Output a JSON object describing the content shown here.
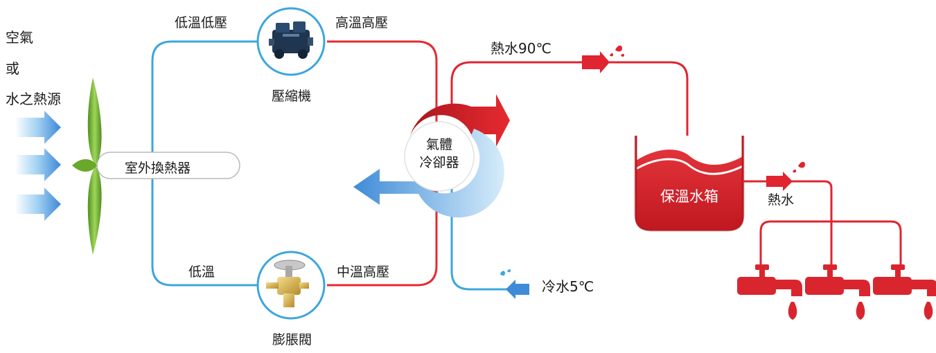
{
  "heat_source": {
    "line1": "空氣",
    "line2": "或",
    "line3": "水之熱源"
  },
  "labels": {
    "low_temp_low_pressure": "低溫低壓",
    "high_temp_high_pressure": "高溫高壓",
    "compressor": "壓縮機",
    "outdoor_heat_exchanger": "室外換熱器",
    "low_temp": "低溫",
    "mid_temp_high_pressure": "中溫高壓",
    "expansion_valve": "膨脹閥",
    "gas_cooler_line1": "氣體",
    "gas_cooler_line2": "冷卻器",
    "hot_water_90": "熱水90℃",
    "cold_water_5": "冷水5℃",
    "storage_tank": "保溫水箱",
    "hot_water": "熱水"
  },
  "colors": {
    "refrigerant_cold": "#3ca6dd",
    "refrigerant_hot": "#e42a2f",
    "water_hot": "#e02430",
    "fan_green": "#7bbf3a",
    "air_blue": "#4a9ee6"
  },
  "icons": [
    "compressor-icon",
    "expansion-valve-icon",
    "fan-blade-icon",
    "faucet-icon",
    "water-drop-icon",
    "splash-icon"
  ]
}
